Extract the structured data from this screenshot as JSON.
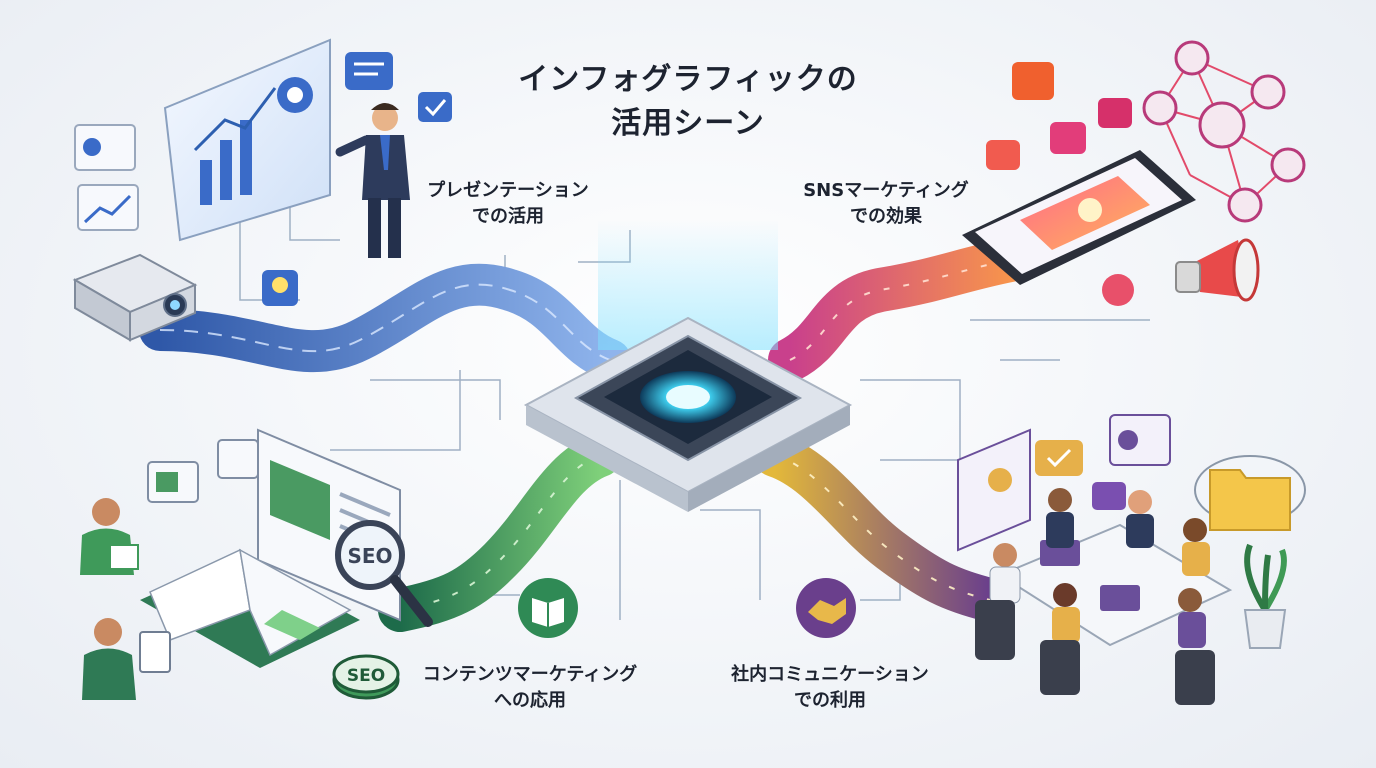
{
  "title": {
    "line1": "インフォグラフィックの",
    "line2": "活用シーン"
  },
  "scenes": {
    "presentation": {
      "line1": "プレゼンテーション",
      "line2": "での活用"
    },
    "sns": {
      "line1": "SNSマーケティング",
      "line2": "での効果"
    },
    "content": {
      "line1": "コンテンツマーケティング",
      "line2": "への応用"
    },
    "internal": {
      "line1": "社内コミュニケーション",
      "line2": "での利用"
    }
  },
  "badges": {
    "seo_lens": "SEO",
    "seo_coin": "SEO"
  },
  "colors": {
    "presentation_stream": "#4f78c8",
    "sns_stream": "#ef5a6f",
    "content_stream": "#3f9a5a",
    "internal_stream": "#8a6a3c",
    "hub_glow": "#3fd0f0"
  },
  "icons": [
    "projector-icon",
    "presenter-icon",
    "chart-screen-icon",
    "smartphone-icon",
    "megaphone-icon",
    "network-icon",
    "book-icon",
    "magnifier-icon",
    "handshake-icon",
    "meeting-icon",
    "cloud-folder-icon",
    "plant-icon",
    "hub-device-icon"
  ]
}
